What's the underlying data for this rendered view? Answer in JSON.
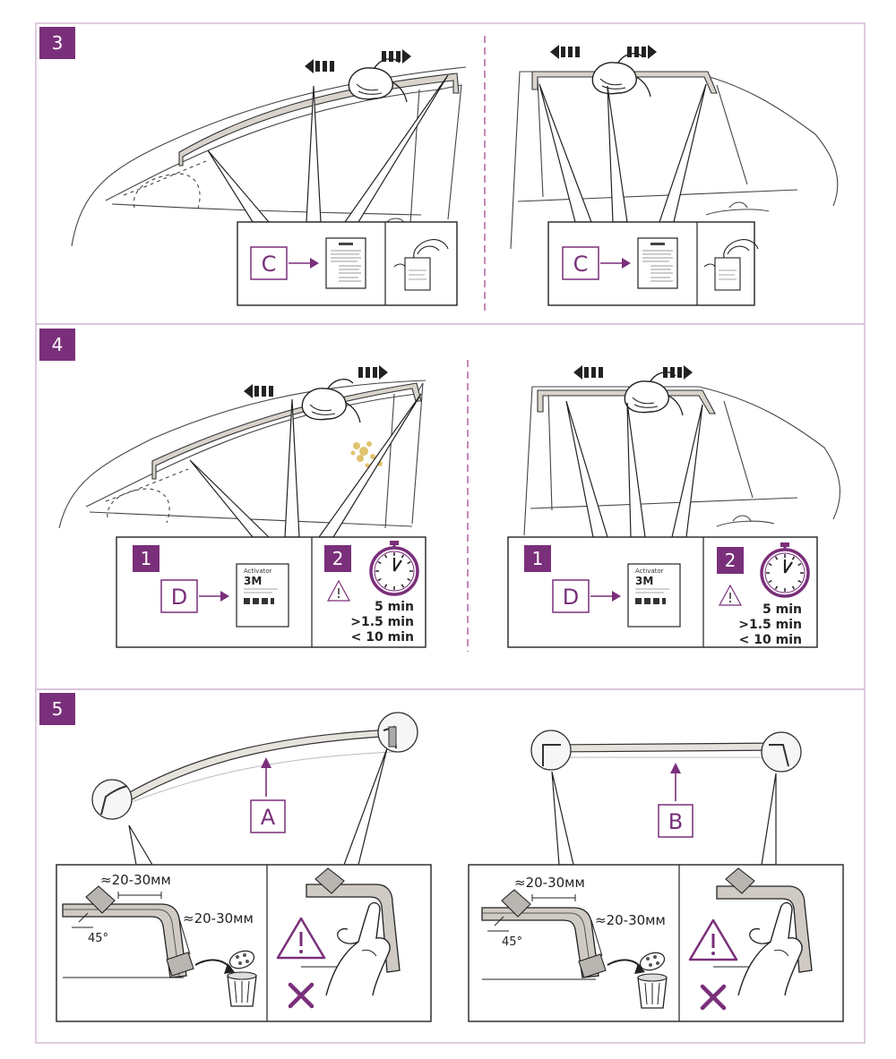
{
  "colors": {
    "accent": "#7a2f7a",
    "frame": "#c9a9c9",
    "line": "#2a2a2a"
  },
  "steps": [
    {
      "number": "3",
      "left_panel": {
        "box_label": "C"
      },
      "right_panel": {
        "box_label": "C"
      }
    },
    {
      "number": "4",
      "left_panel": {
        "sub1": "1",
        "box_label": "D",
        "product_brand": "3M",
        "sub2": "2",
        "times": [
          "5 min",
          ">1.5 min",
          "< 10 min"
        ]
      },
      "right_panel": {
        "sub1": "1",
        "box_label": "D",
        "product_brand": "3M",
        "sub2": "2",
        "times": [
          "5 min",
          ">1.5 min",
          "< 10 min"
        ]
      }
    },
    {
      "number": "5",
      "left_panel": {
        "box_label": "A",
        "measure_top": "≈20-30мм",
        "measure_side": "≈20-30мм",
        "angle": "45°"
      },
      "right_panel": {
        "box_label": "B",
        "measure_top": "≈20-30мм",
        "measure_side": "≈20-30мм",
        "angle": "45°"
      }
    }
  ],
  "icons": [
    "arrow-left-icon",
    "arrow-right-icon",
    "hand-icon",
    "wipe-pad-icon",
    "cleaner-sachet-icon",
    "stopwatch-icon",
    "warning-icon",
    "cross-icon",
    "trash-bin-icon"
  ]
}
